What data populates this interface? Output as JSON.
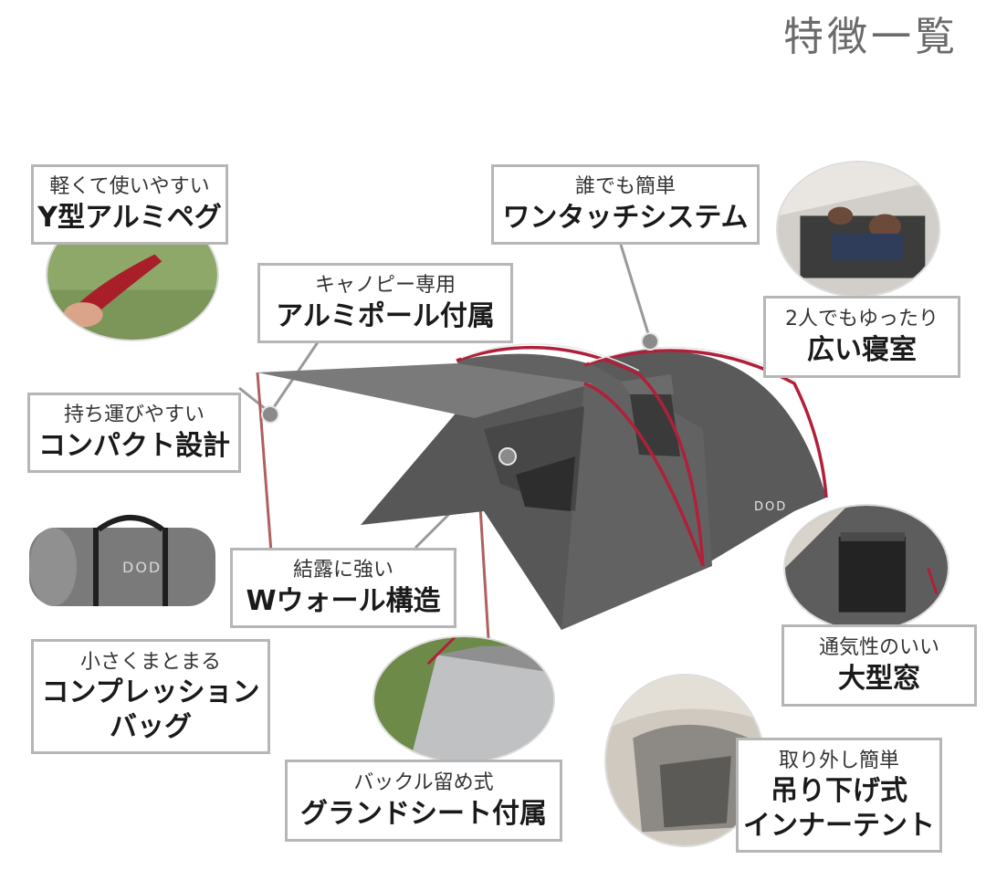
{
  "page": {
    "title": "特徴一覧"
  },
  "callouts": [
    {
      "id": "peg",
      "sub": "軽くて使いやすい",
      "main": [
        "Y型アルミペグ"
      ]
    },
    {
      "id": "onetouch",
      "sub": "誰でも簡単",
      "main": [
        "ワンタッチシステム"
      ]
    },
    {
      "id": "canopy",
      "sub": "キャノピー専用",
      "main": [
        "アルミポール付属"
      ]
    },
    {
      "id": "bedroom",
      "sub": "2人でもゆったり",
      "main": [
        "広い寝室"
      ]
    },
    {
      "id": "compact",
      "sub": "持ち運びやすい",
      "main": [
        "コンパクト設計"
      ]
    },
    {
      "id": "wwall",
      "sub": "結露に強い",
      "main": [
        "Wウォール構造"
      ]
    },
    {
      "id": "bag",
      "sub": "小さくまとまる",
      "main": [
        "コンプレッション",
        "バッグ"
      ]
    },
    {
      "id": "window",
      "sub": "通気性のいい",
      "main": [
        "大型窓"
      ]
    },
    {
      "id": "groundsheet",
      "sub": "バックル留め式",
      "main": [
        "グランドシート付属"
      ]
    },
    {
      "id": "inner",
      "sub": "取り外し簡単",
      "main": [
        "吊り下げ式",
        "インナーテント"
      ]
    }
  ],
  "logos": {
    "bag": "DOD",
    "tent": "DOD"
  },
  "colors": {
    "callout_border": "#b6b6b6",
    "tent_body": "#5f5f5f",
    "tent_pole": "#b0203a",
    "title": "#6a6a6a"
  }
}
